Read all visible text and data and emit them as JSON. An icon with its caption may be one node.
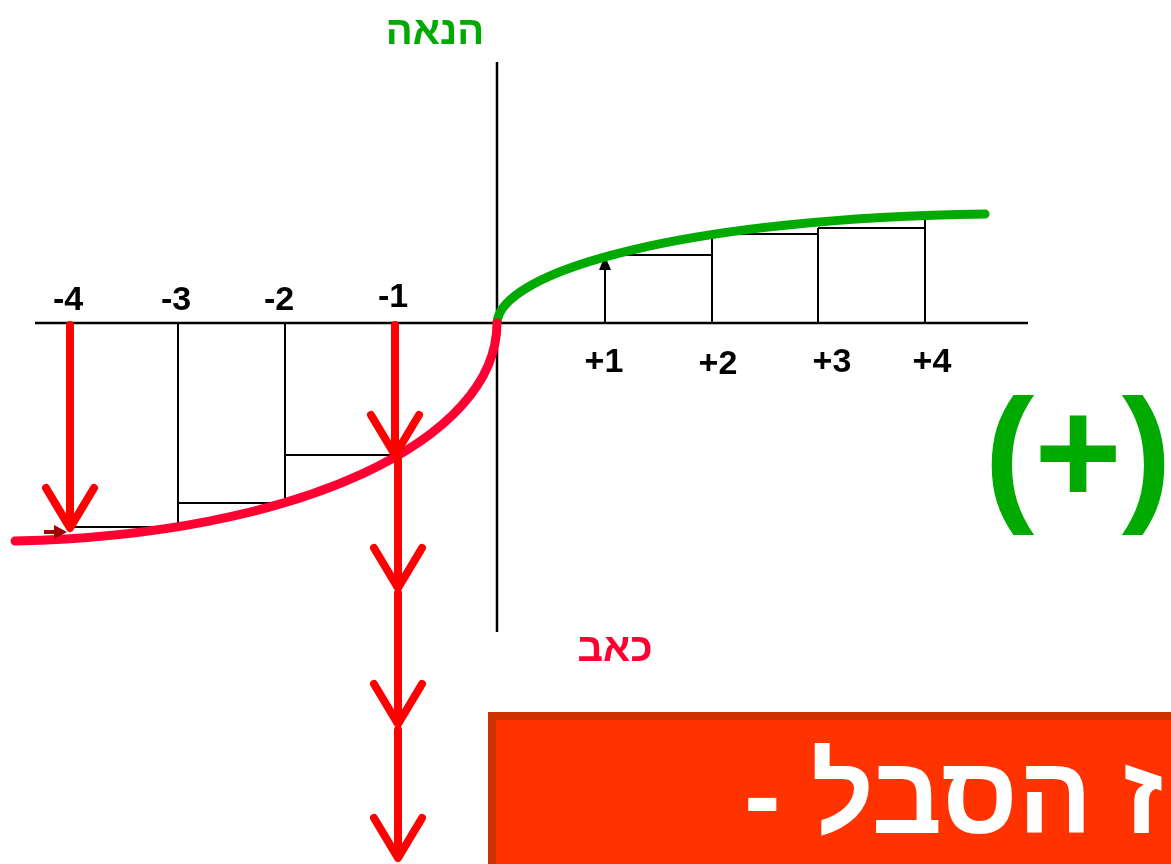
{
  "diagram": {
    "nodes": [
      {
        "text": [
          "ז הסבל -"
        ]
      }
    ],
    "labels": [
      "הנאה",
      "-4",
      "-3",
      "-2",
      "-1",
      "+1",
      "+2",
      "+3",
      "+4",
      "(+)",
      "כאב"
    ]
  }
}
